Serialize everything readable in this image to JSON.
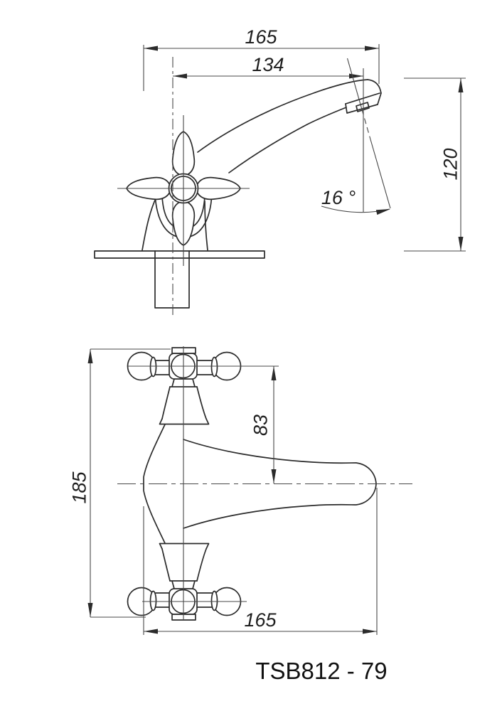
{
  "title": "TSB812 - 79",
  "front_view": {
    "dim_overall_length": "165",
    "dim_spout_reach": "134",
    "dim_height": "120",
    "dim_spout_angle": "16 °"
  },
  "plan_view": {
    "dim_total_length": "185",
    "dim_handle_offset": "83",
    "dim_overall_length": "165"
  },
  "colors": {
    "line": "#2b2b2b",
    "background": "#ffffff"
  }
}
